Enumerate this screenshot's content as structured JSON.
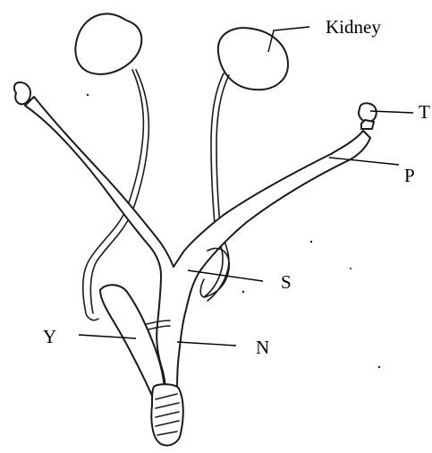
{
  "labels": {
    "kidney": "Kidney",
    "t": "T",
    "p": "P",
    "s": "S",
    "y": "Y",
    "n": "N"
  },
  "colors": {
    "ink": "#1a1a1a",
    "background": "#ffffff"
  }
}
